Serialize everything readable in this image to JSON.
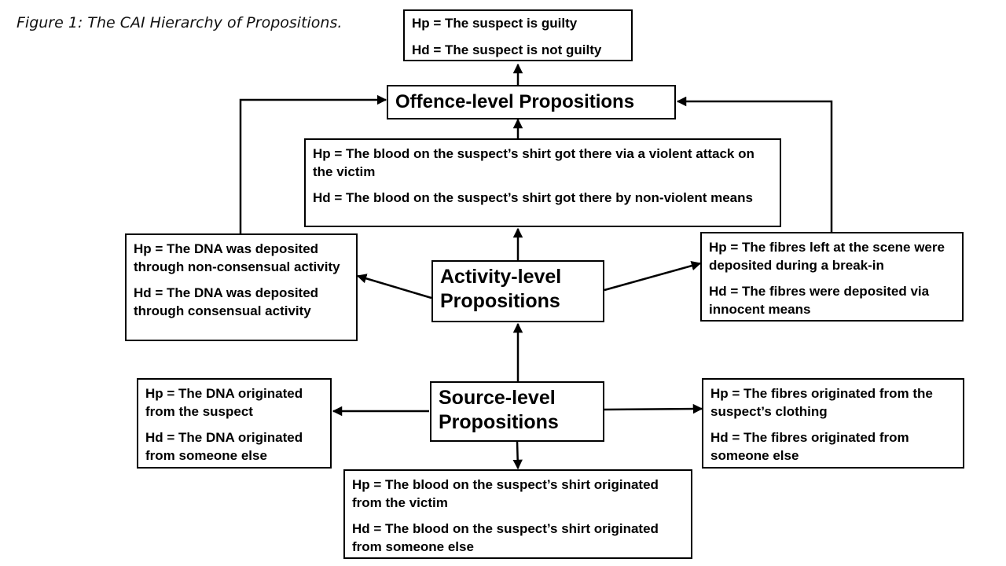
{
  "caption": "Figure 1: The CAI Hierarchy of Propositions.",
  "levels": {
    "offence": "Offence-level Propositions",
    "activity_line1": "Activity-level",
    "activity_line2": "Propositions",
    "source_line1": "Source-level",
    "source_line2": "Propositions"
  },
  "offence_props": {
    "hp": "Hp = The suspect is guilty",
    "hd": "Hd = The suspect is not guilty"
  },
  "activity_blood": {
    "hp": "Hp = The blood on the suspect’s shirt got there via a violent attack on the victim",
    "hd": "Hd = The blood on the suspect’s shirt got there by non-violent means"
  },
  "activity_dna": {
    "hp": "Hp = The DNA was deposited through non-consensual activity",
    "hd": "Hd = The DNA was deposited through consensual activity"
  },
  "activity_fibres": {
    "hp": "Hp = The fibres left at the scene were deposited during a break-in",
    "hd": "Hd = The fibres were deposited via innocent means"
  },
  "source_dna": {
    "hp": "Hp = The DNA originated from the suspect",
    "hd": "Hd = The DNA originated from someone else"
  },
  "source_fibres": {
    "hp": "Hp = The fibres originated from the suspect’s clothing",
    "hd": "Hd = The fibres originated from someone else"
  },
  "source_blood": {
    "hp": "Hp = The blood on the suspect’s shirt originated from the victim",
    "hd": "Hd = The blood on the suspect’s shirt originated from someone else"
  }
}
